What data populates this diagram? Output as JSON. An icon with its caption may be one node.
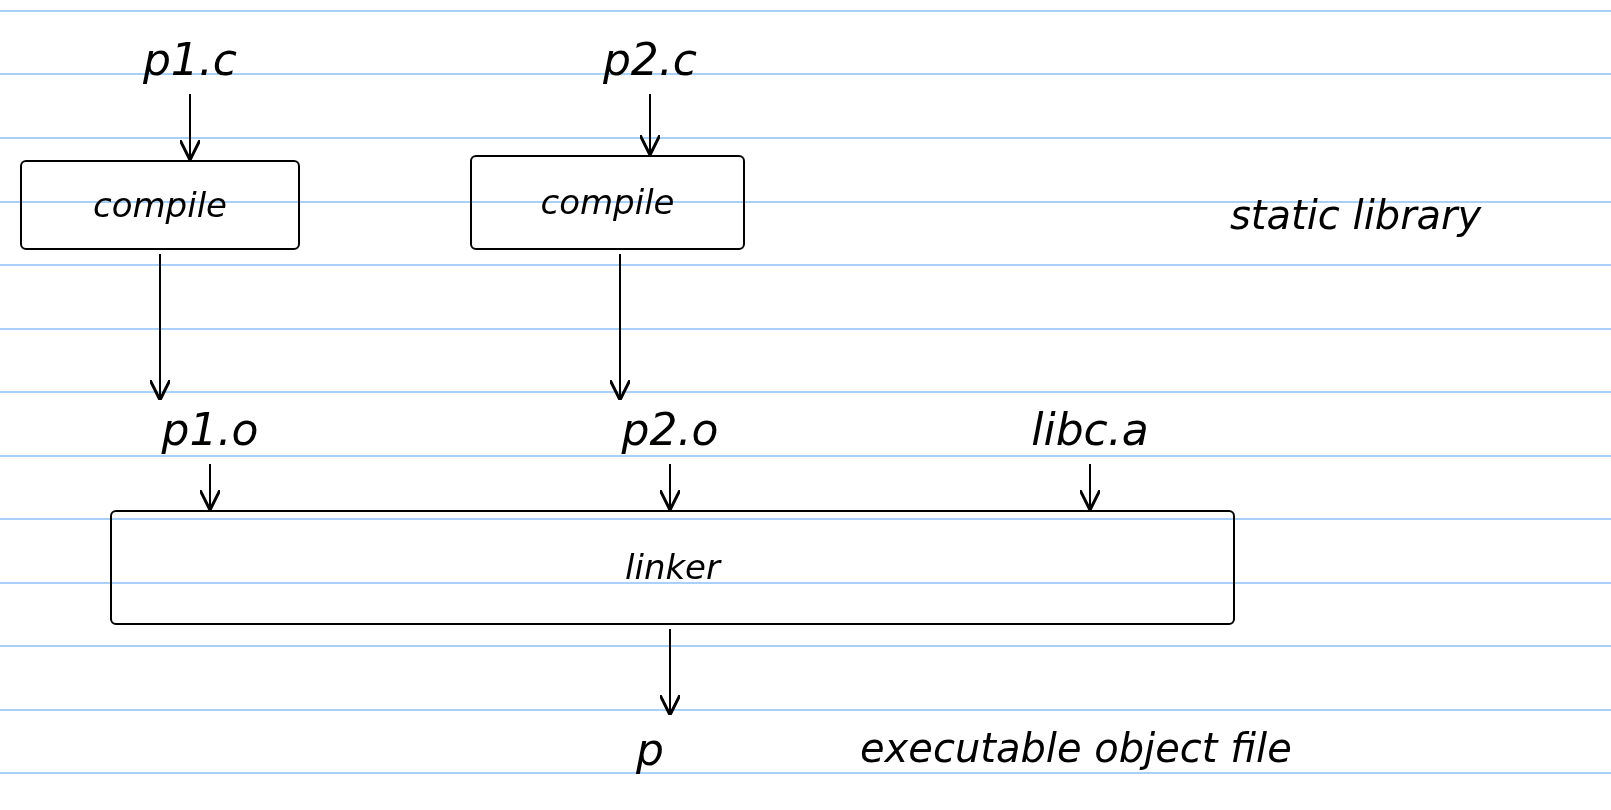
{
  "diagram": {
    "nodes": [
      {
        "text": [
          "p1.c"
        ]
      },
      {
        "text": [
          "p2.c"
        ]
      },
      {
        "text": [
          "compile"
        ]
      },
      {
        "text": [
          "compile"
        ]
      },
      {
        "text": [
          "p1.o"
        ]
      },
      {
        "text": [
          "p2.o"
        ]
      },
      {
        "text": [
          "libc.a"
        ]
      },
      {
        "text": [
          "linker"
        ]
      },
      {
        "text": [
          "p"
        ]
      }
    ],
    "labels": [
      "static library",
      "executable object file"
    ],
    "edges": [
      {
        "from": 0,
        "to": 2,
        "arrow": "to"
      },
      {
        "from": 1,
        "to": 3,
        "arrow": "to"
      },
      {
        "from": 2,
        "to": 4,
        "arrow": "to"
      },
      {
        "from": 3,
        "to": 5,
        "arrow": "to"
      },
      {
        "from": 4,
        "to": 7,
        "arrow": "to"
      },
      {
        "from": 5,
        "to": 7,
        "arrow": "to"
      },
      {
        "from": 6,
        "to": 7,
        "arrow": "to"
      },
      {
        "from": 7,
        "to": 8,
        "arrow": "to"
      }
    ]
  }
}
